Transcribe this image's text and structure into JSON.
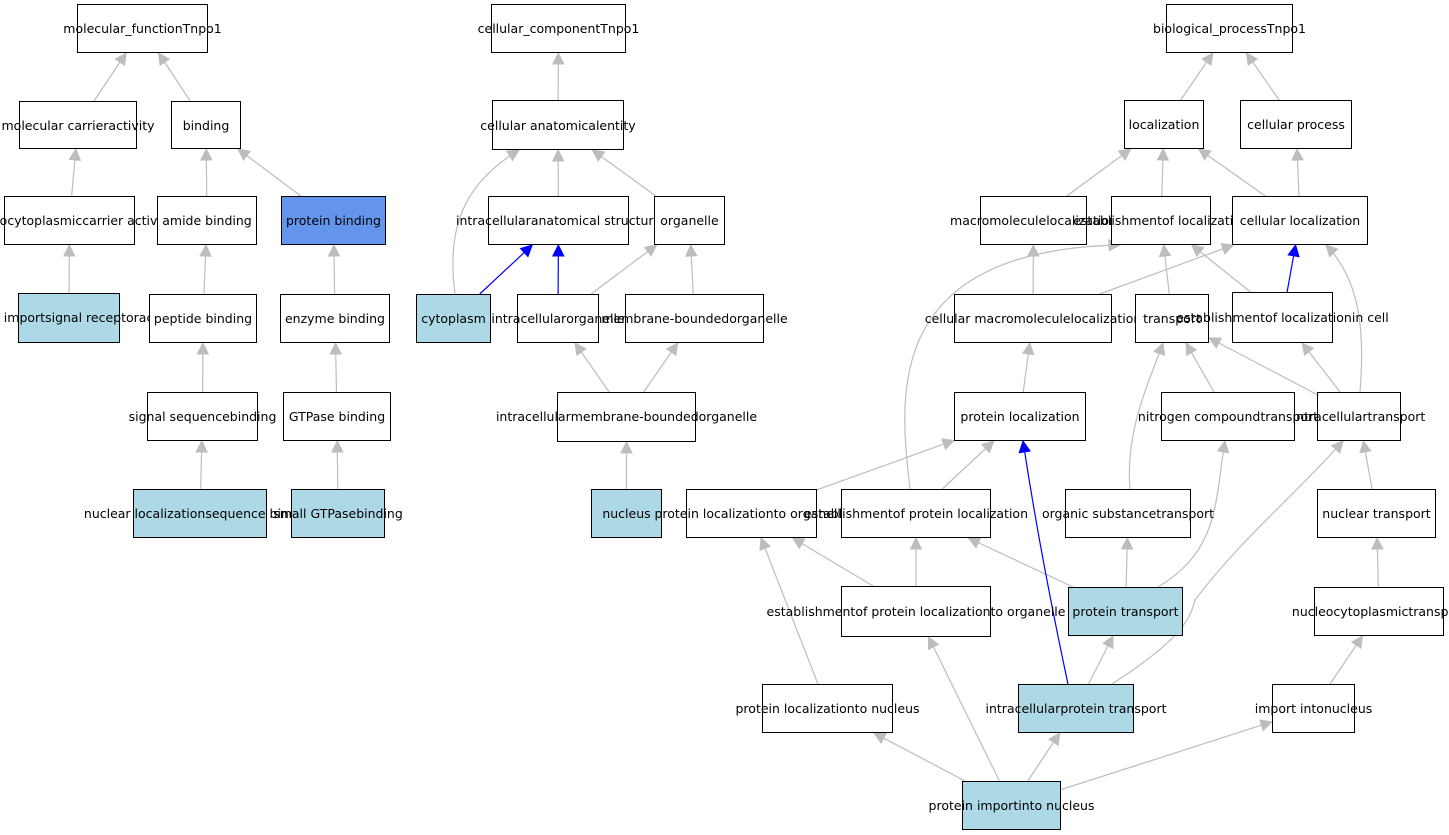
{
  "colors": {
    "node_default": "#ffffff",
    "node_annotated": "#add8e6",
    "node_highlight": "#6495ed",
    "edge_default": "#bdbdbd",
    "edge_highlight": "#0000ff"
  },
  "nodes": {
    "mf_root": [
      "molecular_function",
      "Tnpo1"
    ],
    "mol_carrier": [
      "molecular carrier",
      "activity"
    ],
    "binding": [
      "binding"
    ],
    "nc_carrier": [
      "nucleocytoplasmic",
      "carrier activity"
    ],
    "amide_binding": [
      "amide binding"
    ],
    "protein_binding": [
      "protein binding"
    ],
    "nisr": [
      "nuclear import",
      "signal receptor",
      "activity"
    ],
    "peptide_binding": [
      "peptide binding"
    ],
    "enzyme_binding": [
      "enzyme binding"
    ],
    "signal_seq": [
      "signal sequence",
      "binding"
    ],
    "gtpase_binding": [
      "GTPase binding"
    ],
    "nls_binding": [
      "nuclear localization",
      "sequence binding"
    ],
    "small_gtpase": [
      "small GTPase",
      "binding"
    ],
    "cc_root": [
      "cellular_component",
      "Tnpo1"
    ],
    "cae": [
      "cellular anatomical",
      "entity"
    ],
    "ias": [
      "intracellular",
      "anatomical structure"
    ],
    "organelle": [
      "organelle"
    ],
    "cytoplasm": [
      "cytoplasm"
    ],
    "intra_org": [
      "intracellular",
      "organelle"
    ],
    "mbo": [
      "membrane-bounded",
      "organelle"
    ],
    "imbo": [
      "intracellular",
      "membrane-bounded",
      "organelle"
    ],
    "nucleus": [
      "nucleus"
    ],
    "bp_root": [
      "biological_process",
      "Tnpo1"
    ],
    "localization": [
      "localization"
    ],
    "cellular_process": [
      "cellular process"
    ],
    "macro_loc": [
      "macromolecule",
      "localization"
    ],
    "est_loc": [
      "establishment",
      "of localization"
    ],
    "cell_loc": [
      "cellular localization"
    ],
    "cmacro_loc": [
      "cellular macromolecule",
      "localization"
    ],
    "transport": [
      "transport"
    ],
    "est_loc_cell": [
      "establishment",
      "of localization",
      "in cell"
    ],
    "prot_loc": [
      "protein localization"
    ],
    "nitro_transport": [
      "nitrogen compound",
      "transport"
    ],
    "intra_transport": [
      "intracellular",
      "transport"
    ],
    "ploc_org": [
      "protein localization",
      "to organelle"
    ],
    "est_ploc": [
      "establishment",
      "of protein localization"
    ],
    "org_sub_transport": [
      "organic substance",
      "transport"
    ],
    "nuc_transport": [
      "nuclear transport"
    ],
    "est_ploc_org": [
      "establishment",
      "of protein localization",
      "to organelle"
    ],
    "prot_transport": [
      "protein transport"
    ],
    "nc_transport": [
      "nucleocytoplasmic",
      "transport"
    ],
    "ploc_nuc": [
      "protein localization",
      "to nucleus"
    ],
    "intra_prot_transport": [
      "intracellular",
      "protein transport"
    ],
    "import_nuc": [
      "import into",
      "nucleus"
    ],
    "prot_import_nuc": [
      "protein import",
      "into nucleus"
    ]
  }
}
